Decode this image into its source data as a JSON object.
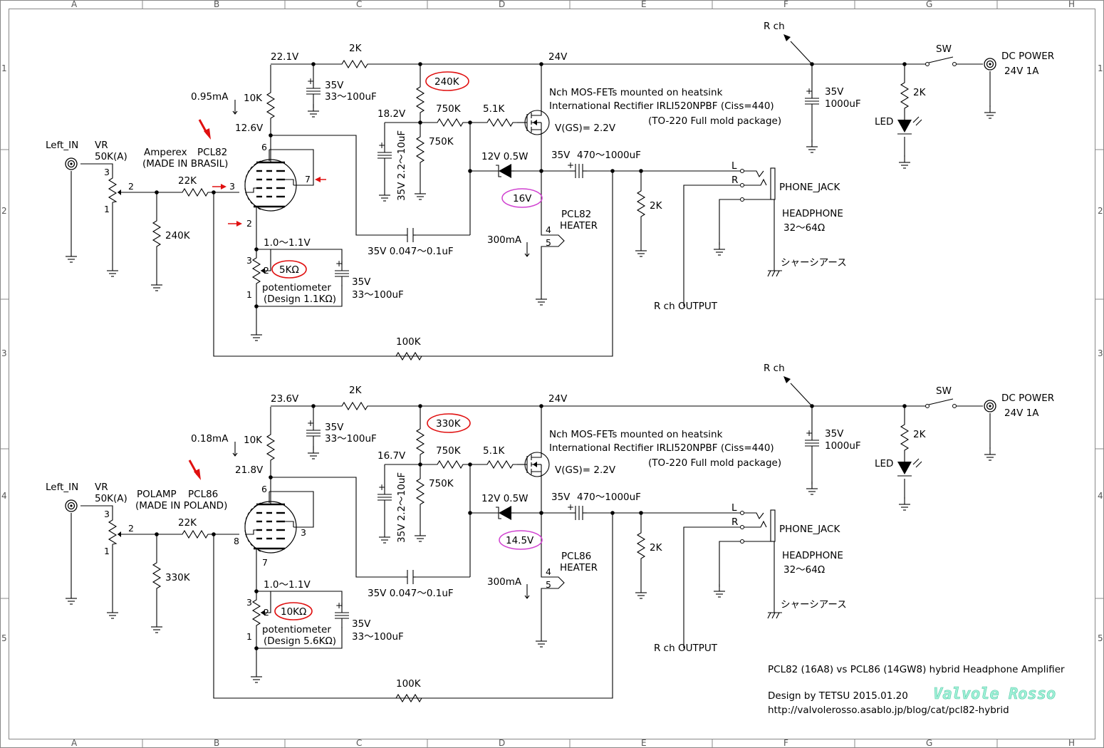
{
  "frame": {
    "columns": [
      "A",
      "B",
      "C",
      "D",
      "E",
      "F",
      "G",
      "H"
    ],
    "rows": [
      "1",
      "2",
      "3",
      "4",
      "5"
    ]
  },
  "colors": {
    "wire": "#000000",
    "annotation_red": "#e01010",
    "annotation_magenta": "#d040d0",
    "brand": "#9ff2d8"
  },
  "top": {
    "left_in": "Left_IN",
    "vr": "VR",
    "vr_value": "50K(A)",
    "r_grid_stop": "22K",
    "r_grid_leak": "240K",
    "tube_brand": "Amperex",
    "tube_type": "PCL82",
    "tube_origin": "(MADE IN BRASIL)",
    "pin_plate": "6",
    "pin_screen": "7",
    "pin_grid": "3",
    "pin_cathode": "2",
    "plate_voltage": "22.1V",
    "plate_current": "0.95mA",
    "plate_load": "10K",
    "node_voltage": "12.6V",
    "c_decoup_v": "35V",
    "c_decoup": "33〜100uF",
    "r_drop": "2K",
    "supply_v": "24V",
    "r_div_top": "240K",
    "div_voltage": "18.2V",
    "r_div_mid": "750K",
    "r_div_bot": "750K",
    "c_filter": "35V 2.2〜10uF",
    "r_gate": "5.1K",
    "mosfet_note1": "Nch MOS-FETs mounted on heatsink",
    "mosfet_note2": "International Rectifier IRLI520NPBF (Ciss=440)",
    "mosfet_note3": "(TO-220 Full mold package)",
    "vgs": "V(GS)= 2.2V",
    "zener": "12V 0.5W",
    "source_voltage": "16V",
    "c_out_v": "35V",
    "c_out": "470〜1000uF",
    "heater_tube": "PCL82",
    "heater": "HEATER",
    "heater_current": "300mA",
    "heater_pin4": "4",
    "heater_pin5": "5",
    "c_couple": "35V 0.047〜0.1uF",
    "cathode_voltage": "1.0〜1.1V",
    "pot_value": "5KΩ",
    "pot_label": "potentiometer",
    "pot_design": "(Design 1.1KΩ)",
    "c_cath_v": "35V",
    "c_cath": "33〜100uF",
    "r_fb": "100K",
    "r_load": "2K",
    "rch_output": "R ch OUTPUT",
    "jack_l": "L",
    "jack_r": "R",
    "phone_jack": "PHONE_JACK",
    "headphone": "HEADPHONE",
    "headphone_imp": "32〜64Ω",
    "chassis": "シャーシアース",
    "rch": "R ch",
    "c_main_v": "35V",
    "c_main": "1000uF",
    "sw": "SW",
    "r_led": "2K",
    "led": "LED",
    "dc_power": "DC POWER",
    "dc_spec": "24V 1A",
    "pot_pin3": "3",
    "pot_pin2": "2",
    "pot_pin1": "1",
    "vr_pin3": "3",
    "vr_pin2": "2",
    "vr_pin1": "1"
  },
  "bottom": {
    "left_in": "Left_IN",
    "vr": "VR",
    "vr_value": "50K(A)",
    "r_grid_stop": "22K",
    "r_grid_leak": "330K",
    "tube_brand": "POLAMP",
    "tube_type": "PCL86",
    "tube_origin": "(MADE IN POLAND)",
    "pin_plate": "6",
    "pin_screen": "3",
    "pin_grid": "8",
    "pin_cathode": "7",
    "plate_voltage": "23.6V",
    "plate_current": "0.18mA",
    "plate_load": "10K",
    "node_voltage": "21.8V",
    "c_decoup_v": "35V",
    "c_decoup": "33〜100uF",
    "r_drop": "2K",
    "supply_v": "24V",
    "r_div_top": "330K",
    "div_voltage": "16.7V",
    "r_div_mid": "750K",
    "r_div_bot": "750K",
    "c_filter": "35V 2.2〜10uF",
    "r_gate": "5.1K",
    "mosfet_note1": "Nch MOS-FETs mounted on heatsink",
    "mosfet_note2": "International Rectifier IRLI520NPBF (Ciss=440)",
    "mosfet_note3": "(TO-220 Full mold package)",
    "vgs": "V(GS)= 2.2V",
    "zener": "12V 0.5W",
    "source_voltage": "14.5V",
    "c_out_v": "35V",
    "c_out": "470〜1000uF",
    "heater_tube": "PCL86",
    "heater": "HEATER",
    "heater_current": "300mA",
    "heater_pin4": "4",
    "heater_pin5": "5",
    "c_couple": "35V 0.047〜0.1uF",
    "cathode_voltage": "1.0〜1.1V",
    "pot_value": "10KΩ",
    "pot_label": "potentiometer",
    "pot_design": "(Design 5.6KΩ)",
    "c_cath_v": "35V",
    "c_cath": "33〜100uF",
    "r_fb": "100K",
    "r_load": "2K",
    "rch_output": "R ch OUTPUT",
    "jack_l": "L",
    "jack_r": "R",
    "phone_jack": "PHONE_JACK",
    "headphone": "HEADPHONE",
    "headphone_imp": "32〜64Ω",
    "chassis": "シャーシアース",
    "rch": "R ch",
    "c_main_v": "35V",
    "c_main": "1000uF",
    "sw": "SW",
    "r_led": "2K",
    "led": "LED",
    "dc_power": "DC POWER",
    "dc_spec": "24V 1A",
    "pot_pin3": "3",
    "pot_pin2": "2",
    "pot_pin1": "1",
    "vr_pin3": "3",
    "vr_pin2": "2",
    "vr_pin1": "1"
  },
  "title_block": {
    "title": "PCL82 (16A8) vs PCL86 (14GW8) hybrid Headphone Amplifier",
    "design": "Design by TETSU   2015.01.20",
    "brand": "Valvole Rosso",
    "url": "http://valvolerosso.asablo.jp/blog/cat/pcl82-hybrid"
  }
}
